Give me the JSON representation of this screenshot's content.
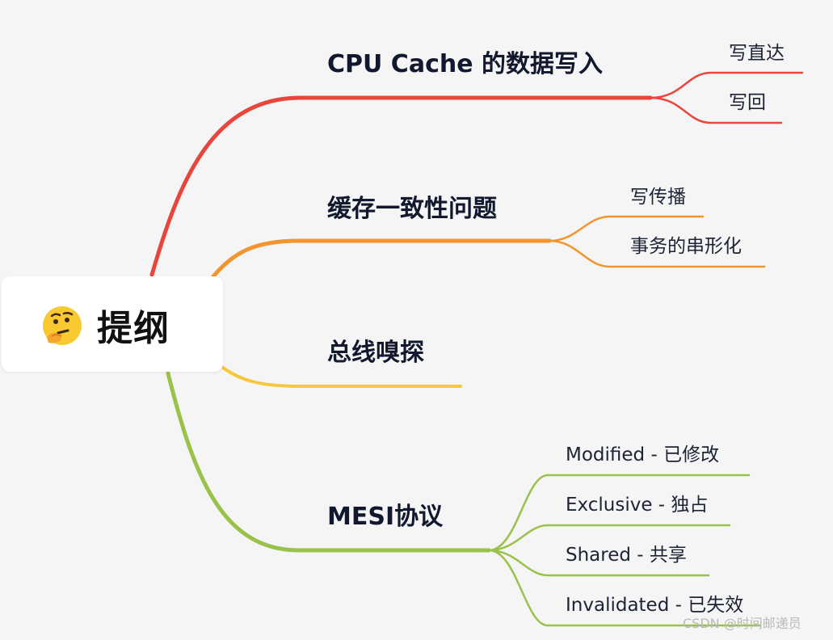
{
  "root": {
    "title": "提纲",
    "icon": "thinking-face-icon"
  },
  "branches": [
    {
      "label": "CPU Cache 的数据写入",
      "color": "#e8453c",
      "children": [
        "写直达",
        "写回"
      ]
    },
    {
      "label": "缓存一致性问题",
      "color": "#f2952f",
      "children": [
        "写传播",
        "事务的串形化"
      ]
    },
    {
      "label": "总线嗅探",
      "color": "#f6c63c",
      "children": []
    },
    {
      "label": "MESI协议",
      "color": "#9ac24a",
      "children": [
        "Modified - 已修改",
        "Exclusive - 独占",
        "Shared - 共享",
        "Invalidated - 已失效"
      ]
    }
  ],
  "watermark": "CSDN @时间邮递员"
}
